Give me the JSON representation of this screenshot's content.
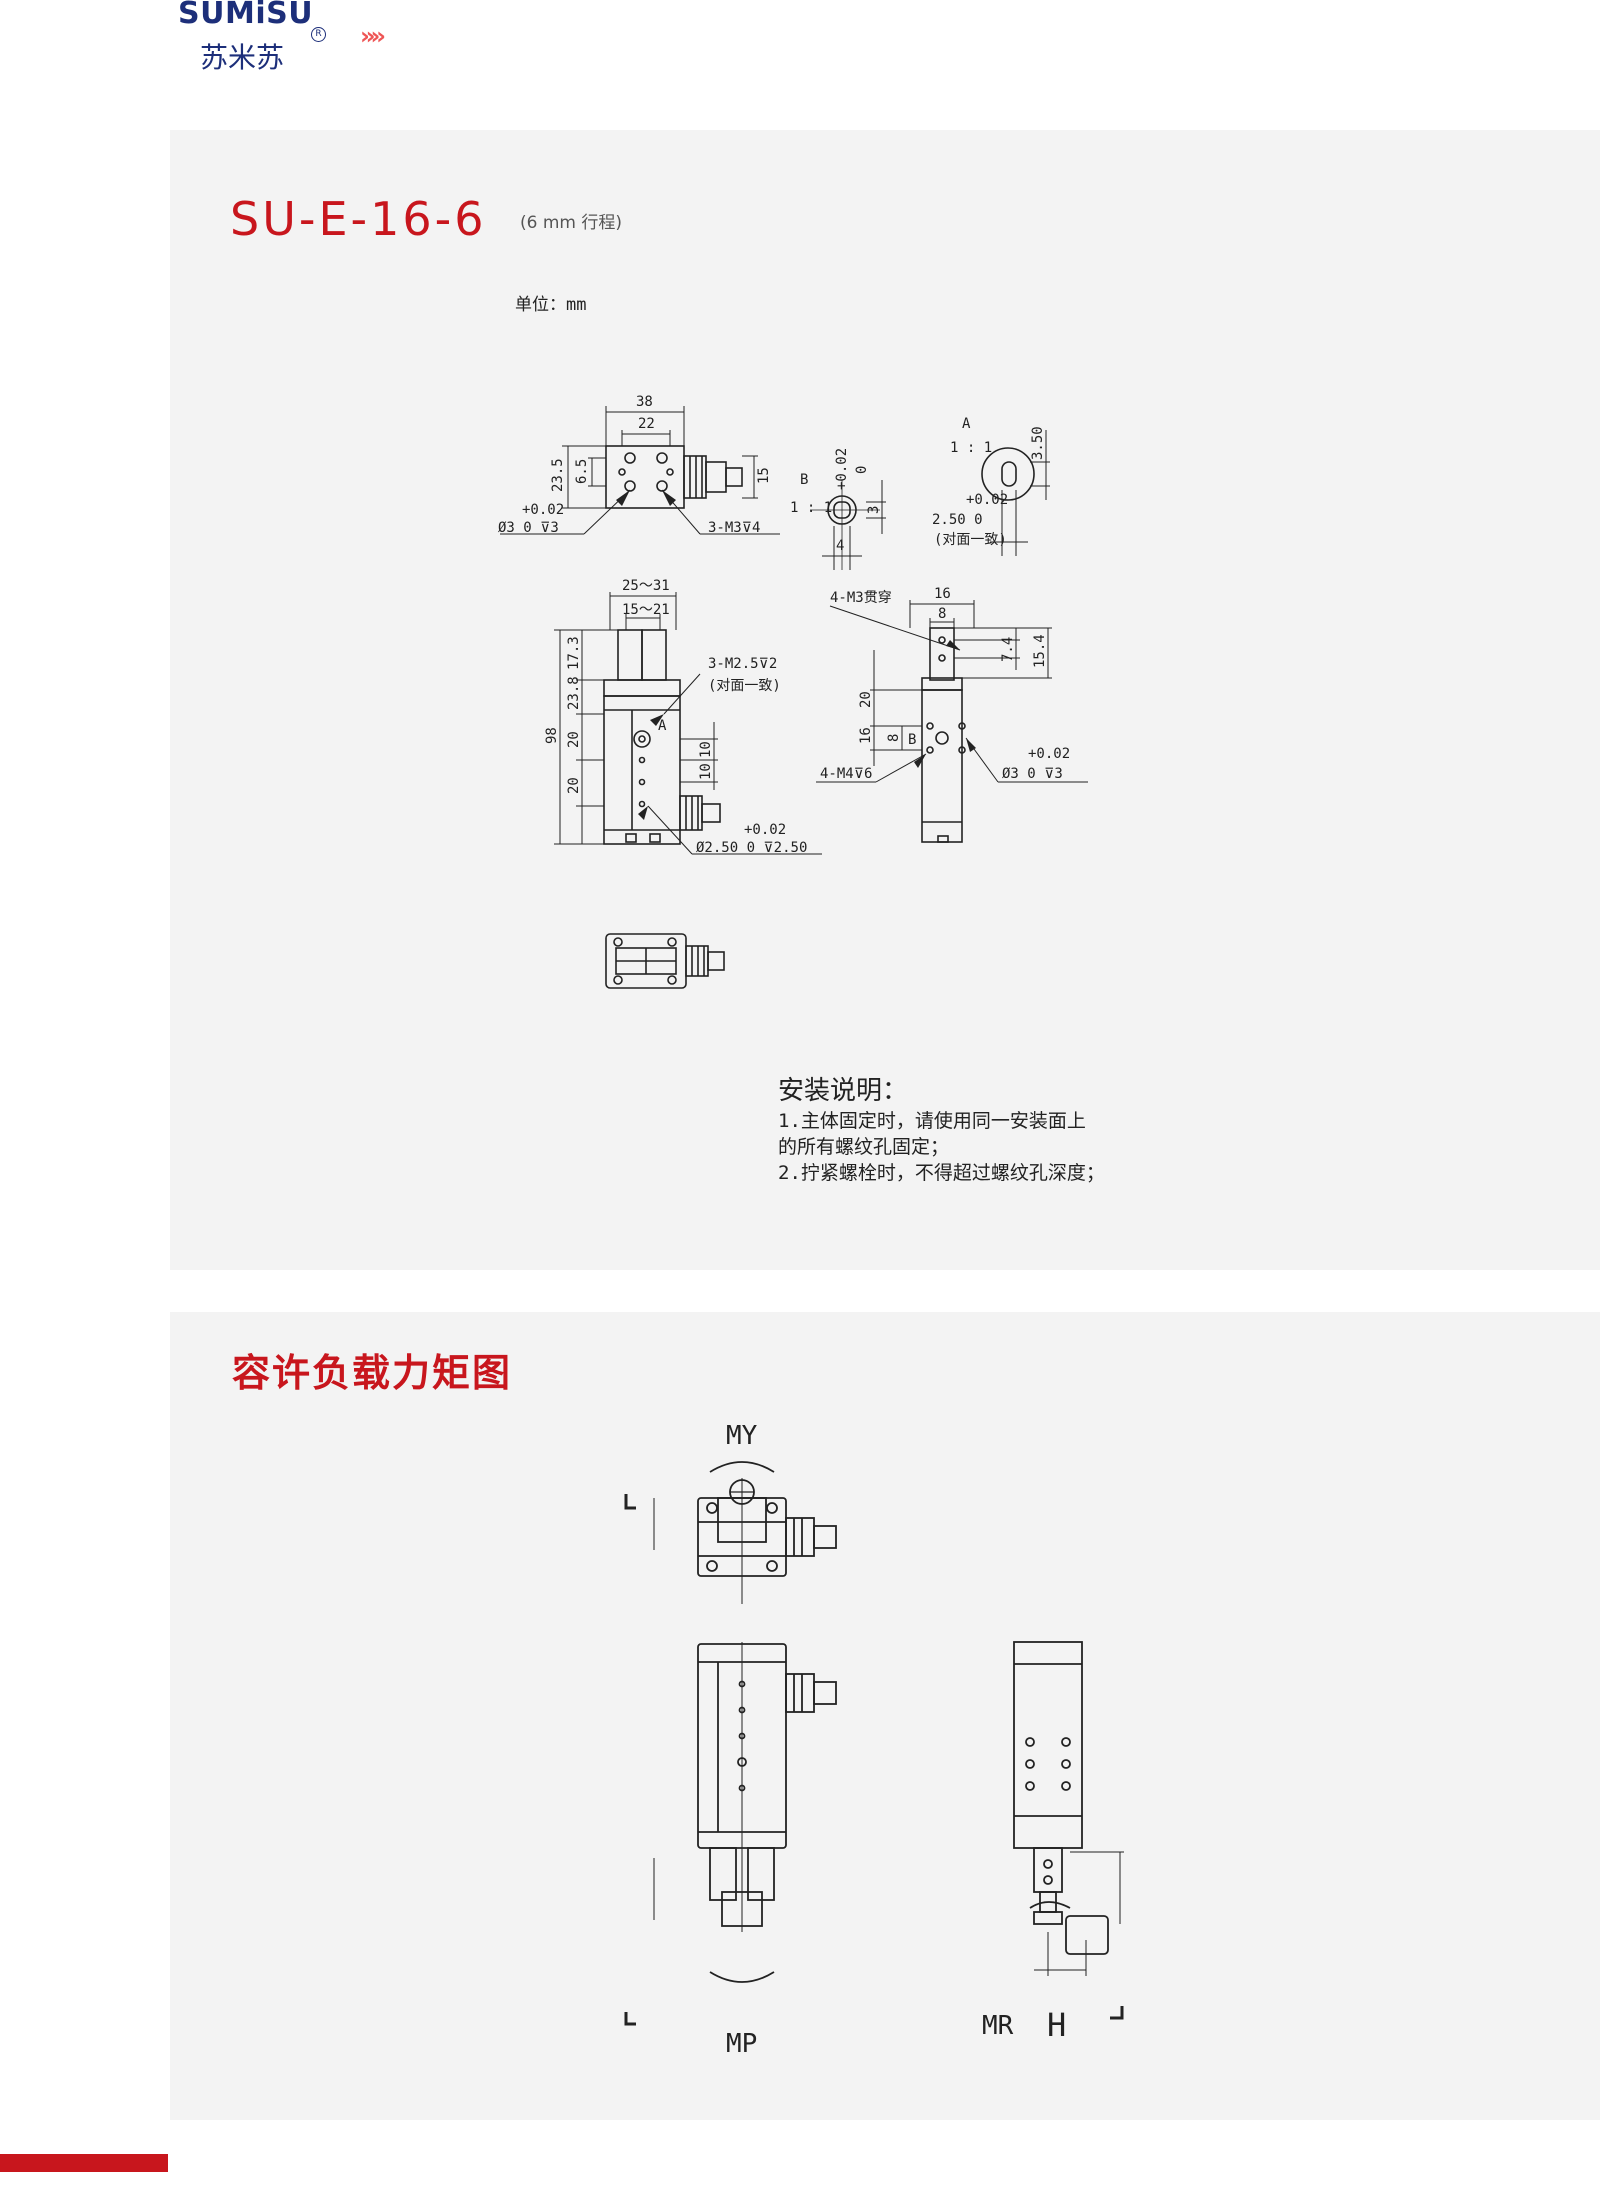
{
  "header": {
    "brand": "SUMiSU",
    "brand_cn": "苏米苏",
    "reg_mark": "R",
    "arrows": "»»"
  },
  "spec": {
    "model": "SU-E-16-6",
    "stroke_note": "(6 mm 行程)",
    "unit_label": "单位：mm"
  },
  "dimensions": {
    "top_view": {
      "w38": "38",
      "w22": "22",
      "h23_5": "23.5",
      "h6_5": "6.5",
      "h15": "15",
      "tol": "+0.02",
      "pin_hole": "Ø3   0   ⊽3",
      "tap": "3-M3⊽4"
    },
    "detail_b": {
      "label": "B",
      "scale": "1 : 1",
      "tol": "+0.02",
      "zero": "0",
      "depth": "3",
      "width": "4"
    },
    "detail_a": {
      "label": "A",
      "scale": "1 : 1",
      "h": "3.50",
      "tol": "+0.02",
      "dia": "2.50   0",
      "note": "(对面一致)"
    },
    "front_view": {
      "open": "25～31",
      "inner": "15～21",
      "d17_3": "17.3",
      "d23_8": "23.8",
      "d20a": "20",
      "d20b": "20",
      "total": "98",
      "d10a": "10",
      "d10b": "10",
      "tap": "3-M2.5⊽2",
      "tap_note": "(对面一致)",
      "mark_a": "A",
      "tol": "+0.02",
      "pin": "Ø2.50   0   ⊽2.50"
    },
    "side_view": {
      "d16": "16",
      "d8": "8",
      "through": "4-M3贯穿",
      "d7_4": "7.4",
      "d15_4": "15.4",
      "d20": "20",
      "d16v": "16",
      "d8v": "8",
      "mark_b": "B",
      "tap": "4-M4⊽6",
      "tol": "+0.02",
      "pin": "Ø3   0   ⊽3"
    }
  },
  "install_notes": {
    "heading": "安装说明：",
    "line1": "1.主体固定时，请使用同一安装面上",
    "line2": "的所有螺纹孔固定；",
    "line3": "2.拧紧螺栓时，不得超过螺纹孔深度；"
  },
  "moment": {
    "title": "容许负载力矩图",
    "my": "MY",
    "mp": "MP",
    "mr": "MR",
    "l1": "L",
    "l2": "L",
    "l3": "L",
    "h": "H"
  }
}
